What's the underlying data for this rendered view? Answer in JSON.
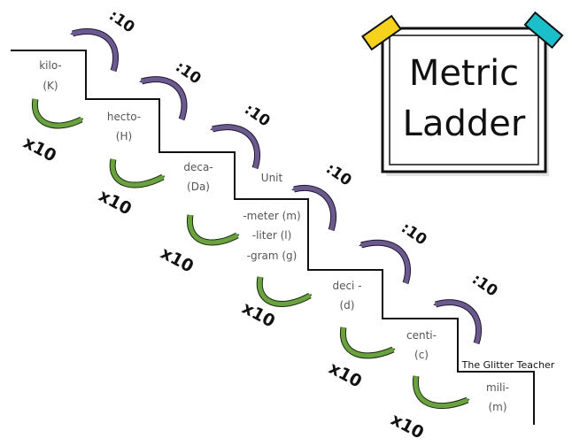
{
  "title": {
    "line1": "Metric",
    "line2": "Ladder"
  },
  "steps": [
    {
      "name": "kilo-",
      "abbr": "(K)"
    },
    {
      "name": "hecto-",
      "abbr": "(H)"
    },
    {
      "name": "deca-",
      "abbr": "(Da)"
    },
    {
      "name": "Unit",
      "lines": [
        "-meter (m)",
        "-liter (l)",
        "-gram (g)"
      ]
    },
    {
      "name": "deci -",
      "abbr": "(d)"
    },
    {
      "name": "centi-",
      "abbr": "(c)"
    },
    {
      "name": "mili-",
      "abbr": "(m)"
    }
  ],
  "multiply_label": "x10",
  "divide_label": ":10",
  "credit": "The Glitter Teacher",
  "colors": {
    "green_arrow": "#6aa23f",
    "purple_arrow": "#6c5a8e",
    "tape_left": "#f7d21d",
    "tape_right": "#1bbfc9",
    "stair_line": "#111111"
  }
}
